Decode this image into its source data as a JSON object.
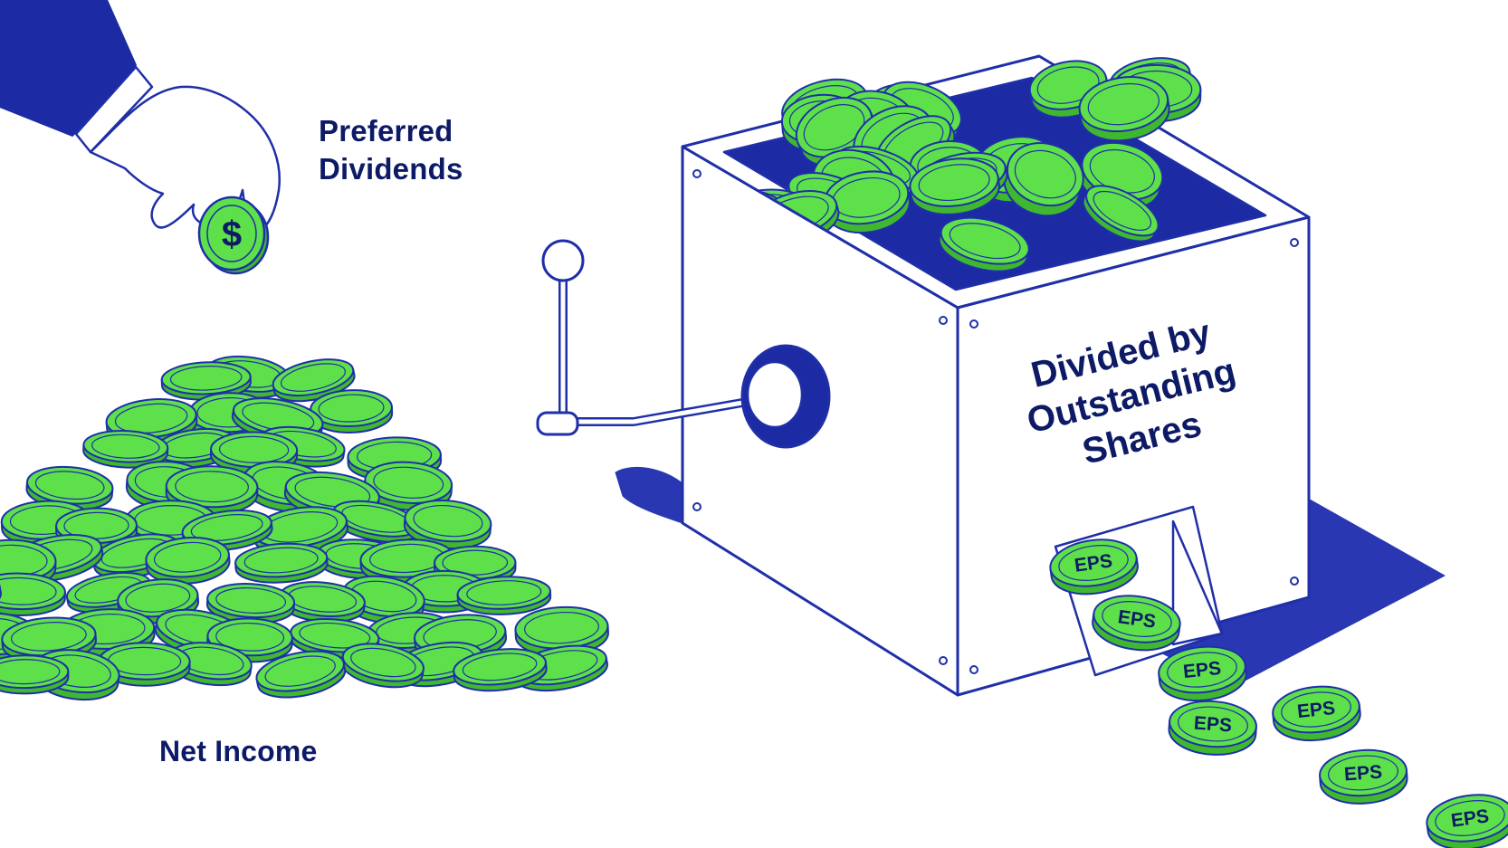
{
  "labels": {
    "preferred_line1": "Preferred",
    "preferred_line2": "Dividends",
    "net_income": "Net Income",
    "machine_line1": "Divided by",
    "machine_line2": "Outstanding",
    "machine_line3": "Shares"
  },
  "coin_marks": {
    "dividend": "$",
    "output": "EPS"
  },
  "output_coin_count": 7,
  "colors": {
    "coin_face": "#5ee04a",
    "coin_edge": "#3fb82f",
    "outline": "#1f2fa8",
    "ink": "#0d1a66",
    "suit": "#1c2ba3",
    "shadow": "#2a37b3",
    "background": "#ffffff"
  }
}
